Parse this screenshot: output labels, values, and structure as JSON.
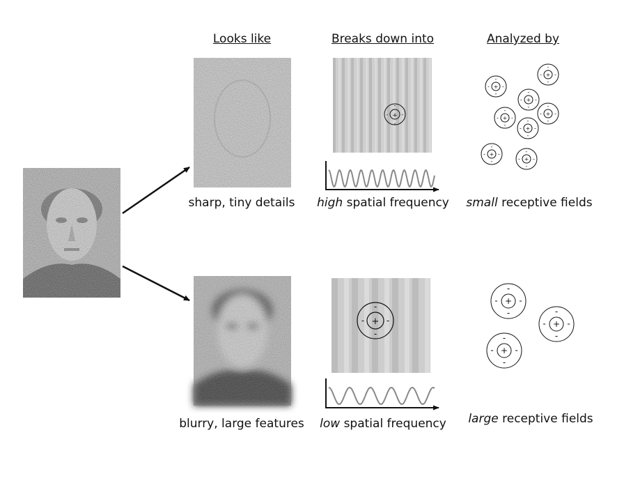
{
  "headers": {
    "looks_like": "Looks like",
    "breaks_down_into": "Breaks down into",
    "analyzed_by": "Analyzed by"
  },
  "top_row": {
    "looks_caption": "sharp, tiny details",
    "freq_word": "high",
    "freq_rest": " spatial frequency",
    "field_word": "small",
    "field_rest": " receptive fields"
  },
  "bottom_row": {
    "looks_caption": "blurry, large features",
    "freq_word": "low",
    "freq_rest": " spatial frequency",
    "field_word": "large",
    "field_rest": " receptive fields"
  },
  "symbols": {
    "center": "+",
    "surround": "-"
  }
}
